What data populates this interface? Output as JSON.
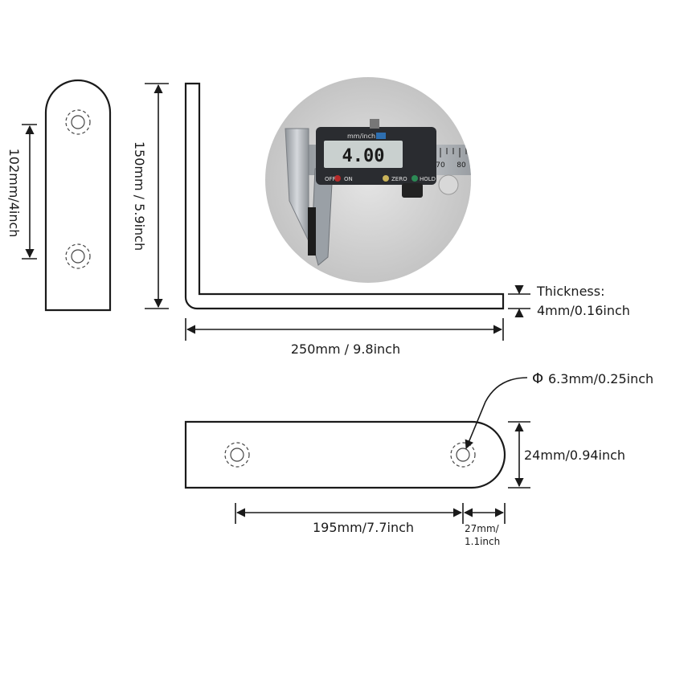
{
  "side_strip": {
    "hole_spacing_label": "102mm/4inch"
  },
  "angle_bracket": {
    "height_label": "150mm / 5.9inch",
    "length_label": "250mm / 9.8inch",
    "thickness_title": "Thickness:",
    "thickness_value": "4mm/0.16inch"
  },
  "caliper": {
    "unit_label": "mm/inch",
    "reading": "4.00",
    "buttons": [
      "OFF",
      "ON",
      "ZERO",
      "HOLD"
    ],
    "scale_marks": [
      "70",
      "80"
    ]
  },
  "bottom_plate": {
    "hole_diameter_label": "6.3mm/0.25inch",
    "diameter_symbol": "Φ",
    "width_label": "24mm/0.94inch",
    "hole_spacing_label": "195mm/7.7inch",
    "end_offset_label_line1": "27mm/",
    "end_offset_label_line2": "1.1inch"
  },
  "colors": {
    "line": "#1a1a1a",
    "lcd_background": "#c9d0cf",
    "caliper_body": "#2a2c30",
    "steel": "#b8bcc0"
  }
}
